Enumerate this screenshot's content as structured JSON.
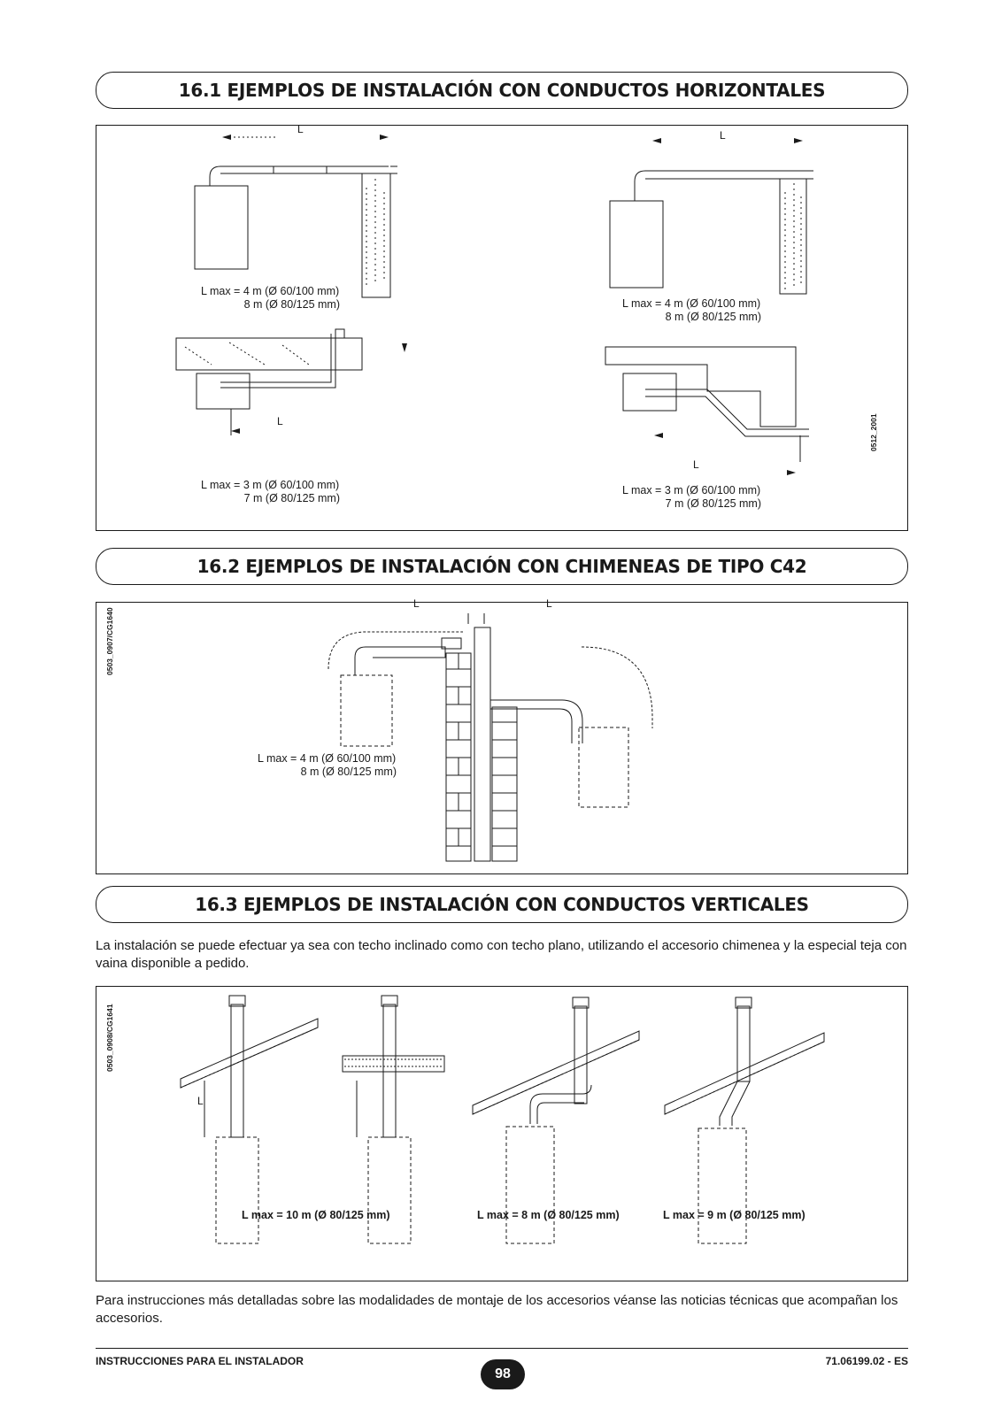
{
  "sections": {
    "s1": {
      "title": "16.1 EJEMPLOS DE INSTALACIÓN CON CONDUCTOS HORIZONTALES"
    },
    "s2": {
      "title": "16.2 EJEMPLOS DE INSTALACIÓN CON CHIMENEAS DE TIPO C42"
    },
    "s3": {
      "title": "16.3 EJEMPLOS DE INSTALACIÓN CON CONDUCTOS VERTICALES"
    }
  },
  "panel1": {
    "dim_label": "L",
    "captions": [
      "L max = 4 m (Ø 60/100 mm)\n              8 m (Ø 80/125 mm)",
      "L max = 4 m (Ø 60/100 mm)\n              8 m (Ø 80/125 mm)",
      "L max = 3 m (Ø 60/100 mm)\n              7 m (Ø 80/125 mm)",
      "L max = 3 m (Ø 60/100 mm)\n              7 m (Ø 80/125 mm)"
    ],
    "code": "0512_2001"
  },
  "panel2": {
    "dim_label": "L",
    "caption": "L max = 4 m (Ø 60/100 mm)\n              8 m (Ø 80/125 mm)",
    "code": "0503_0907/CG1640"
  },
  "panel3": {
    "intro": "La instalación se puede efectuar ya sea con techo inclinado como con techo plano, utilizando el accesorio chimenea y la especial teja con vaina disponible a pedido.",
    "dim_label": "L",
    "captions": [
      "L max = 10 m (Ø 80/125 mm)",
      "L max = 8 m (Ø 80/125 mm)",
      "L max = 9 m (Ø 80/125 mm)"
    ],
    "code": "0503_0908/CG1641"
  },
  "closing": "Para instrucciones más detalladas sobre las modalidades de montaje de los accesorios véanse las noticias técnicas que acompañan los accesorios.",
  "footer": {
    "left": "INSTRUCCIONES PARA EL INSTALADOR",
    "page": "98",
    "right": "71.06199.02 - ES"
  }
}
